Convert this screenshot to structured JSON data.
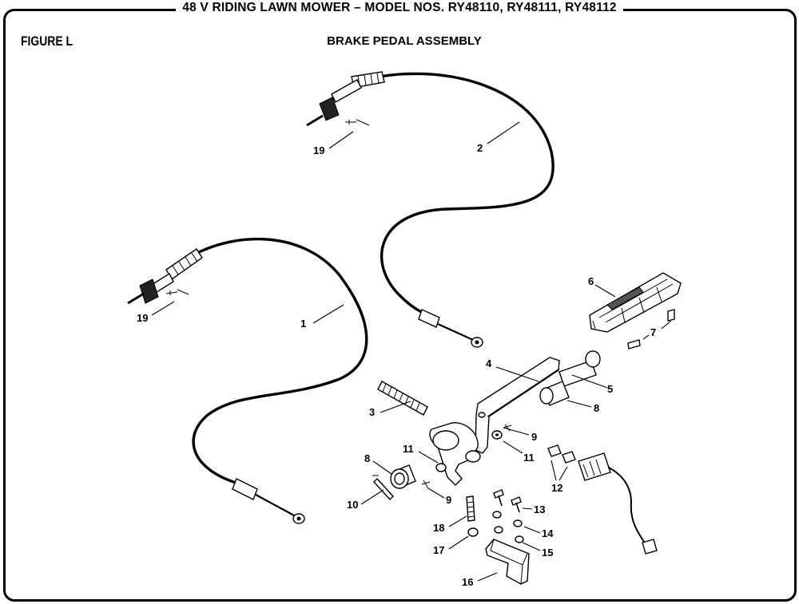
{
  "header": {
    "title": "48 V RIDING LAWN MOWER – MODEL NOS. RY48110, RY48111, RY48112"
  },
  "figure": {
    "label": "FIGURE L",
    "title": "BRAKE PEDAL ASSEMBLY"
  },
  "callouts": {
    "c1": "1",
    "c2": "2",
    "c3": "3",
    "c4": "4",
    "c5": "5",
    "c6": "6",
    "c7": "7",
    "c8a": "8",
    "c8b": "8",
    "c9a": "9",
    "c9b": "9",
    "c10": "10",
    "c11a": "11",
    "c11b": "11",
    "c12": "12",
    "c13": "13",
    "c14": "14",
    "c15": "15",
    "c16": "16",
    "c17": "17",
    "c18": "18",
    "c19a": "19",
    "c19b": "19"
  }
}
